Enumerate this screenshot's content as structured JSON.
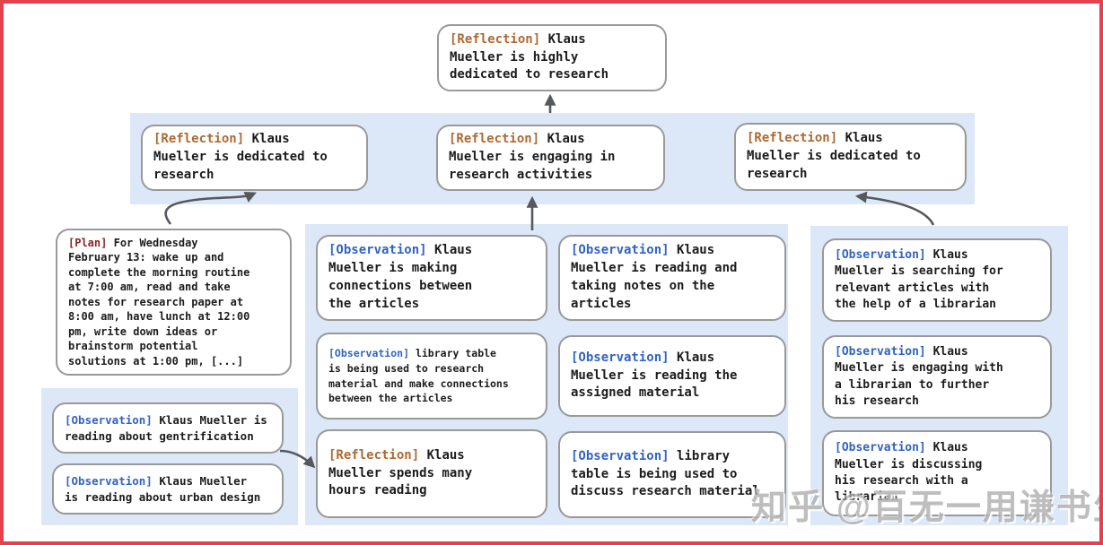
{
  "colors": {
    "frame_border": "#e5404e",
    "panel_bg": "#dce8f7",
    "node_border": "#999999",
    "tag_reflection": "#ad6a33",
    "tag_observation": "#3263c2",
    "tag_plan": "#8b2525",
    "arrow": "#55585c",
    "text": "#1c1c1c"
  },
  "nodes": {
    "top": {
      "tag": "[Reflection]",
      "text": "Klaus\nMueller is highly\ndedicated to research"
    },
    "row2": [
      {
        "tag": "[Reflection]",
        "text": "Klaus\nMueller is dedicated to\nresearch"
      },
      {
        "tag": "[Reflection]",
        "text": "Klaus\nMueller is engaging in\nresearch activities"
      },
      {
        "tag": "[Reflection]",
        "text": "Klaus\nMueller is dedicated to\nresearch"
      }
    ],
    "plan": {
      "tag": "[Plan]",
      "text": "For Wednesday\nFebruary 13: wake up and\ncomplete the morning routine\nat 7:00 am, read and take\nnotes for research paper at\n8:00 am, have lunch at 12:00\npm, write down ideas or\nbrainstorm potential\nsolutions at 1:00 pm, [...]"
    },
    "left_panel": [
      {
        "tag": "[Observation]",
        "text": "Klaus Mueller is\nreading about gentrification"
      },
      {
        "tag": "[Observation]",
        "text": "Klaus Mueller\nis reading about urban design"
      }
    ],
    "middle_panel": [
      {
        "tag": "[Observation]",
        "text": "Klaus\nMueller is making\nconnections between\nthe articles"
      },
      {
        "tag": "[Observation]",
        "text": "library table\nis being used to research\nmaterial and make connections\nbetween the articles"
      },
      {
        "tag": "[Reflection]",
        "text": "Klaus\nMueller spends many\nhours reading"
      },
      {
        "tag": "[Observation]",
        "text": "Klaus\nMueller is reading and\ntaking notes on the\narticles"
      },
      {
        "tag": "[Observation]",
        "text": "Klaus\nMueller is reading the\nassigned material"
      },
      {
        "tag": "[Observation]",
        "text": "library\ntable is being used to\ndiscuss research material"
      }
    ],
    "right_panel": [
      {
        "tag": "[Observation]",
        "text": "Klaus\nMueller is searching for\nrelevant articles with\nthe help of a librarian"
      },
      {
        "tag": "[Observation]",
        "text": "Klaus\nMueller is engaging with\na librarian to further\nhis research"
      },
      {
        "tag": "[Observation]",
        "text": "Klaus\nMueller is discussing\nhis research with a\nlibrarian"
      }
    ]
  },
  "watermark": {
    "text": "知乎 @百无一用谦书生"
  }
}
